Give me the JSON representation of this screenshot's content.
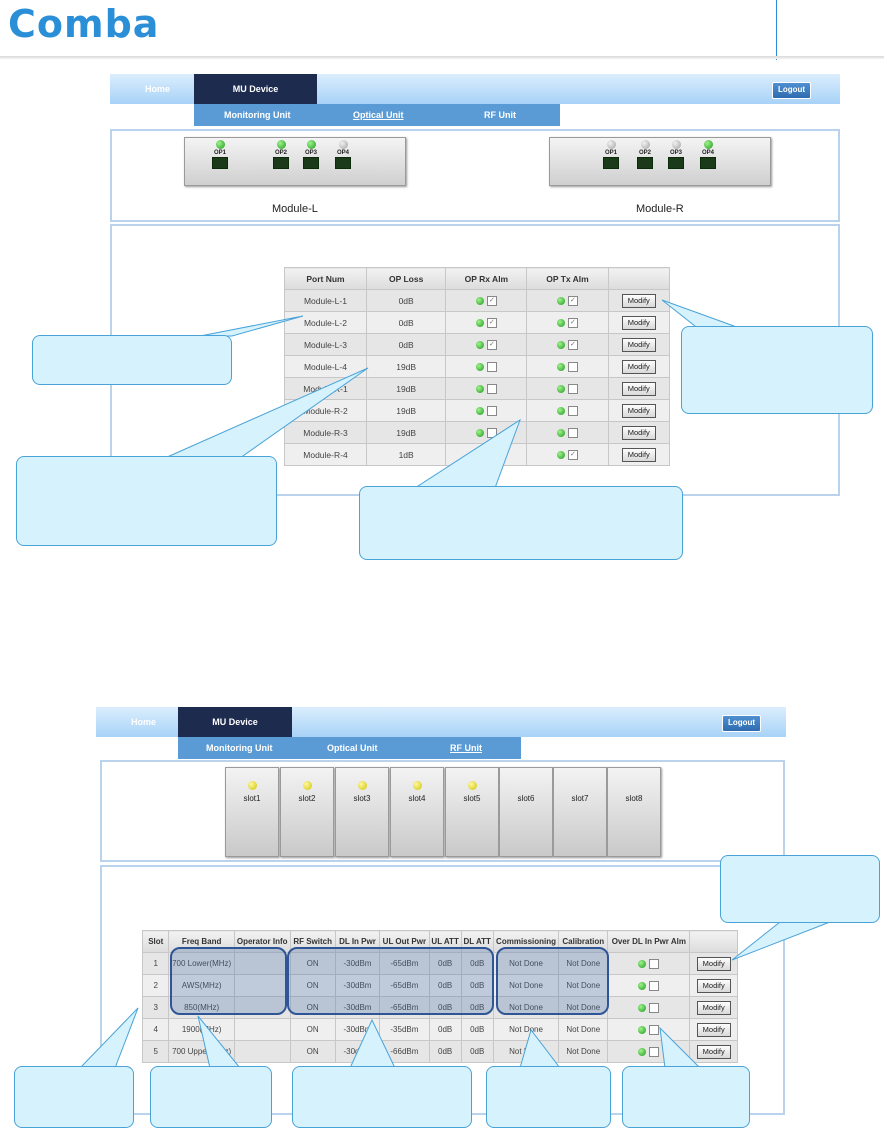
{
  "brand": {
    "logo_text": "Comba"
  },
  "nav": {
    "home": "Home",
    "mu_device": "MU Device",
    "logout": "Logout",
    "sub": [
      "Monitoring Unit",
      "Optical Unit",
      "RF Unit"
    ]
  },
  "optical": {
    "module_l": {
      "name": "Module-L",
      "ports": [
        {
          "label": "OP1",
          "status": "green"
        },
        {
          "label": "OP2",
          "status": "green"
        },
        {
          "label": "OP3",
          "status": "green"
        },
        {
          "label": "OP4",
          "status": "grey"
        }
      ]
    },
    "module_r": {
      "name": "Module-R",
      "ports": [
        {
          "label": "OP1",
          "status": "grey"
        },
        {
          "label": "OP2",
          "status": "grey"
        },
        {
          "label": "OP3",
          "status": "grey"
        },
        {
          "label": "OP4",
          "status": "green"
        }
      ]
    },
    "table": {
      "headers": [
        "Port Num",
        "OP Loss",
        "OP Rx Alm",
        "OP Tx Alm",
        ""
      ],
      "rows": [
        [
          "Module-L-1",
          "0dB",
          true,
          true
        ],
        [
          "Module-L-2",
          "0dB",
          true,
          true
        ],
        [
          "Module-L-3",
          "0dB",
          true,
          true
        ],
        [
          "Module-L-4",
          "19dB",
          false,
          false
        ],
        [
          "Module-R-1",
          "19dB",
          false,
          false
        ],
        [
          "Module-R-2",
          "19dB",
          false,
          false
        ],
        [
          "Module-R-3",
          "19dB",
          false,
          false
        ],
        [
          "Module-R-4",
          "1dB",
          false,
          true
        ]
      ],
      "button": "Modify"
    }
  },
  "rf": {
    "slots": [
      {
        "label": "slot1",
        "led": true
      },
      {
        "label": "slot2",
        "led": true
      },
      {
        "label": "slot3",
        "led": true
      },
      {
        "label": "slot4",
        "led": true
      },
      {
        "label": "slot5",
        "led": true
      },
      {
        "label": "slot6",
        "led": false
      },
      {
        "label": "slot7",
        "led": false
      },
      {
        "label": "slot8",
        "led": false
      }
    ],
    "table": {
      "headers": [
        "Slot",
        "Freq Band",
        "Operator Info",
        "RF Switch",
        "DL In Pwr",
        "UL Out Pwr",
        "UL ATT",
        "DL ATT",
        "Commissioning",
        "Calibration",
        "Over DL In Pwr Alm",
        ""
      ],
      "rows": [
        [
          "1",
          "700 Lower(MHz)",
          "",
          "ON",
          "-30dBm",
          "-65dBm",
          "0dB",
          "0dB",
          "Not Done",
          "Not Done"
        ],
        [
          "2",
          "AWS(MHz)",
          "",
          "ON",
          "-30dBm",
          "-65dBm",
          "0dB",
          "0dB",
          "Not Done",
          "Not Done"
        ],
        [
          "3",
          "850(MHz)",
          "",
          "ON",
          "-30dBm",
          "-65dBm",
          "0dB",
          "0dB",
          "Not Done",
          "Not Done"
        ],
        [
          "4",
          "1900(MHz)",
          "",
          "ON",
          "-30dBm",
          "-35dBm",
          "0dB",
          "0dB",
          "Not Done",
          "Not Done"
        ],
        [
          "5",
          "700 Upper(MHz)",
          "",
          "ON",
          "-30dBm",
          "-66dBm",
          "0dB",
          "0dB",
          "Not Done",
          "Not Done"
        ]
      ],
      "button": "Modify"
    }
  },
  "colors": {
    "accent": "#2a8fd6",
    "nav_dark": "#1d2b4f",
    "callout_fill": "#d6f2fd",
    "highlight": "#2f5597"
  }
}
